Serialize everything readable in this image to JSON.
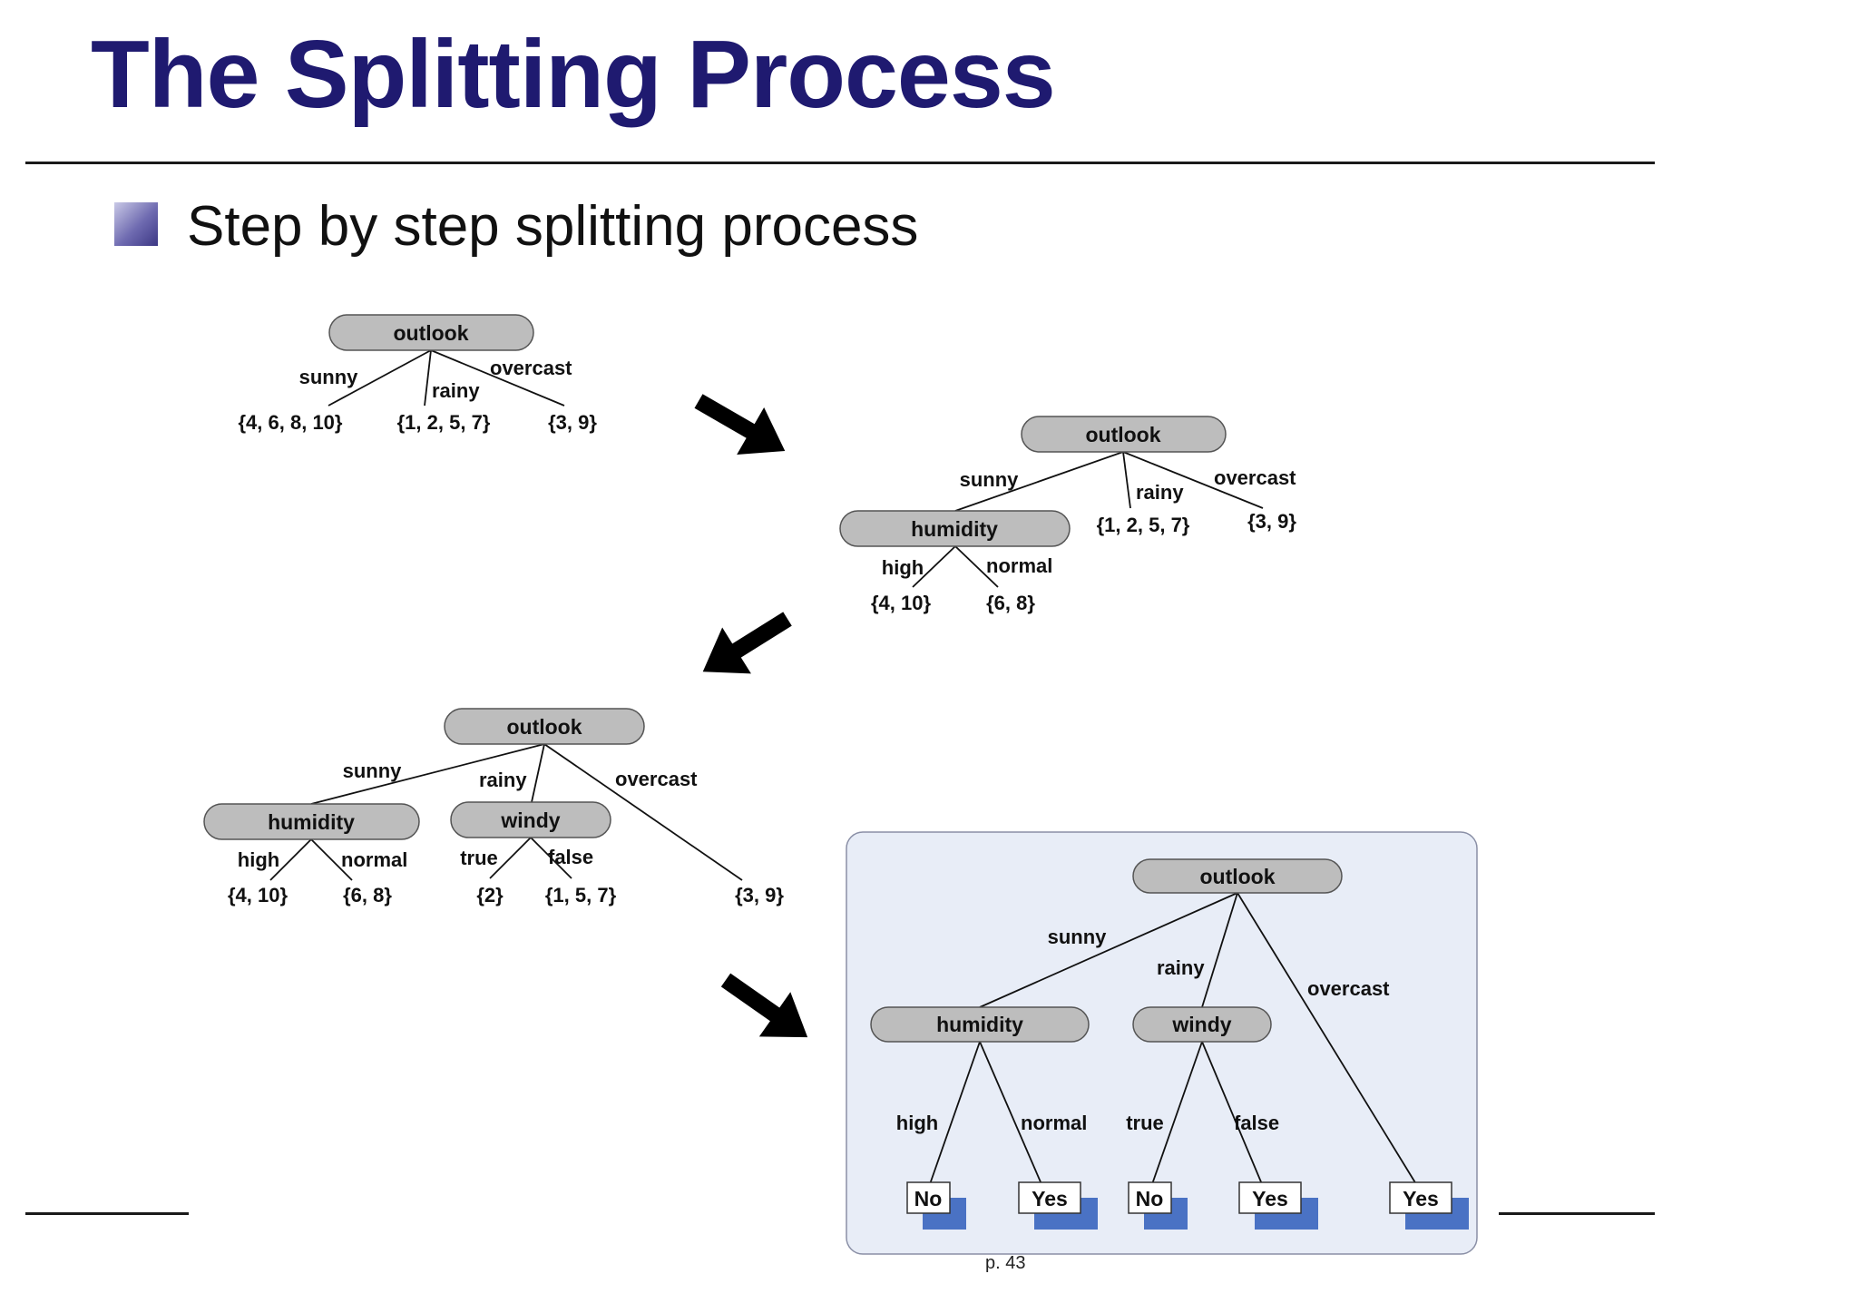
{
  "slide": {
    "title": "The Splitting Process",
    "bullet": "Step by step splitting process",
    "page_number": "p. 43"
  },
  "colors": {
    "title": "#1f1a70",
    "node_fill": "#bdbdbd",
    "panel_fill": "#e8edf7",
    "leaf_shadow": "#4a72c4"
  },
  "diagram": {
    "step1": {
      "root": "outlook",
      "edges": [
        "sunny",
        "rainy",
        "overcast"
      ],
      "sets": [
        "{4, 6, 8, 10}",
        "{1, 2, 5, 7}",
        "{3, 9}"
      ]
    },
    "step2": {
      "root": "outlook",
      "edges": [
        "sunny",
        "rainy",
        "overcast"
      ],
      "humidity": "humidity",
      "humidity_edges": [
        "high",
        "normal"
      ],
      "sets": [
        "{4, 10}",
        "{6, 8}",
        "{1, 2, 5, 7}",
        "{3, 9}"
      ]
    },
    "step3": {
      "root": "outlook",
      "edges": [
        "sunny",
        "rainy",
        "overcast"
      ],
      "humidity": "humidity",
      "humidity_edges": [
        "high",
        "normal"
      ],
      "windy": "windy",
      "windy_edges": [
        "true",
        "false"
      ],
      "sets": [
        "{4, 10}",
        "{6, 8}",
        "{2}",
        "{1, 5, 7}",
        "{3, 9}"
      ]
    },
    "step4": {
      "root": "outlook",
      "edges": [
        "sunny",
        "rainy",
        "overcast"
      ],
      "humidity": "humidity",
      "humidity_edges": [
        "high",
        "normal"
      ],
      "windy": "windy",
      "windy_edges": [
        "true",
        "false"
      ],
      "leaves": [
        "No",
        "Yes",
        "No",
        "Yes",
        "Yes"
      ]
    }
  }
}
